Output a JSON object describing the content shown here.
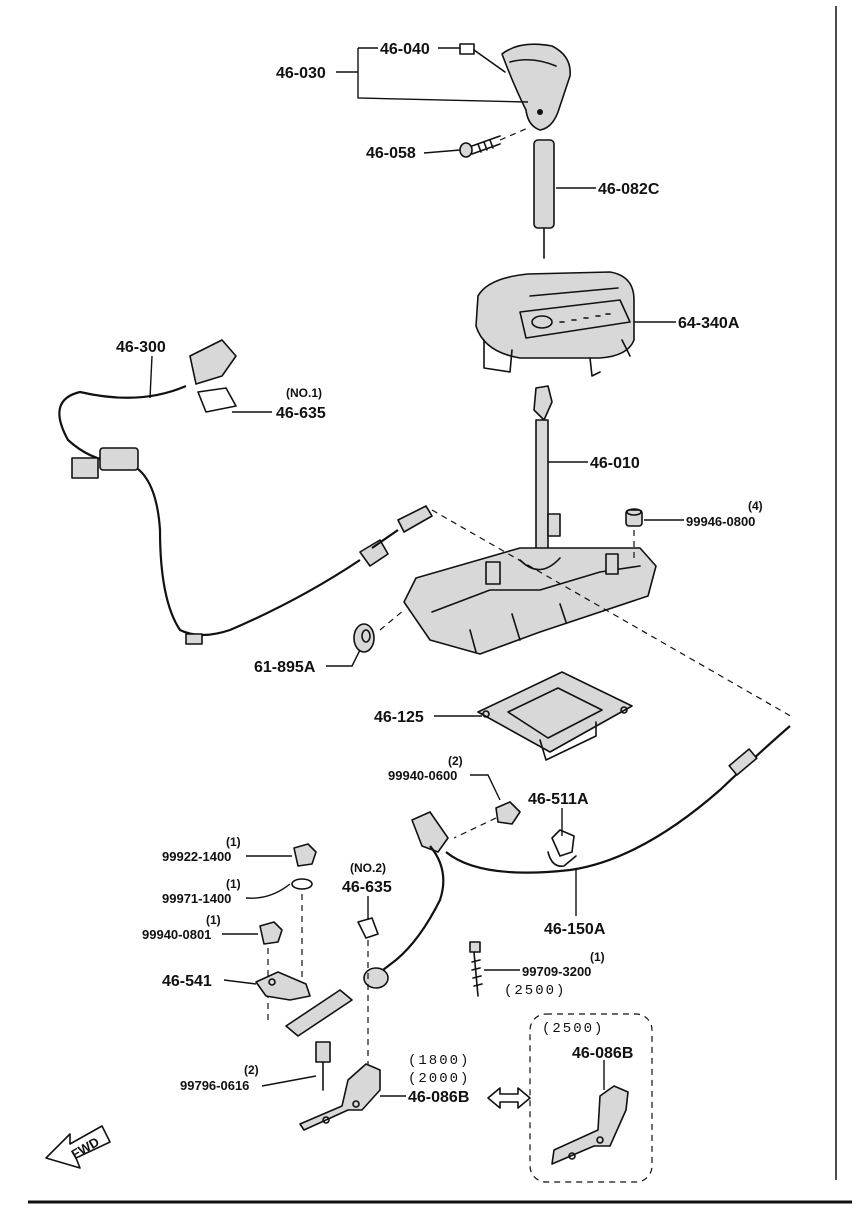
{
  "labels": {
    "p46_040": "46-040",
    "p46_030": "46-030",
    "p46_058": "46-058",
    "p46_082C": "46-082C",
    "p64_340A": "64-340A",
    "p46_300": "46-300",
    "p46_635_no1_qty": "(NO.1)",
    "p46_635_no1": "46-635",
    "p46_010": "46-010",
    "p99946_qty": "(4)",
    "p99946": "99946-0800",
    "p61_895A": "61-895A",
    "p46_125": "46-125",
    "p99940_0600_qty": "(2)",
    "p99940_0600": "99940-0600",
    "p46_511A": "46-511A",
    "p99922_qty": "(1)",
    "p99922": "99922-1400",
    "p99971_qty": "(1)",
    "p99971": "99971-1400",
    "p99940_0801_qty": "(1)",
    "p99940_0801": "99940-0801",
    "p46_635_no2_qty": "(NO.2)",
    "p46_635_no2": "46-635",
    "p46_150A": "46-150A",
    "p46_541": "46-541",
    "p99709_qty": "(1)",
    "p99709": "99709-3200",
    "p99709_yr": "(2500)",
    "p99796_qty": "(2)",
    "p99796": "99796-0616",
    "p46_086B_yr1": "(1800)",
    "p46_086B_yr2": "(2000)",
    "p46_086B": "46-086B",
    "inset_yr": "(2500)",
    "inset_part": "46-086B"
  },
  "fwd_label": "FWD",
  "colors": {
    "ink": "#111111",
    "fill": "#d8d8d8",
    "background": "#ffffff"
  }
}
